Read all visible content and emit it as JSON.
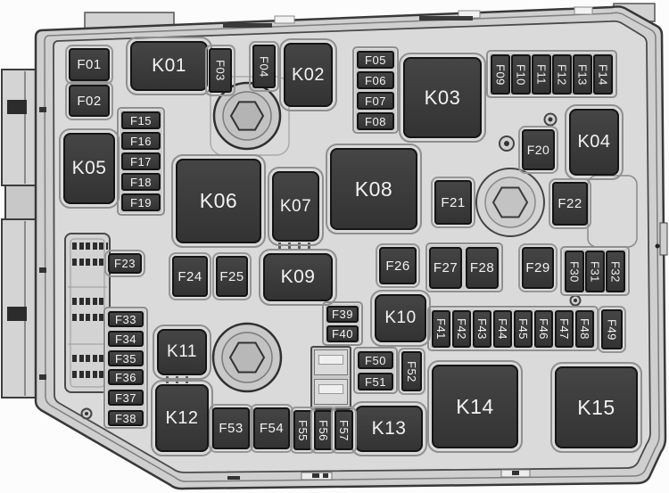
{
  "diagram": {
    "type": "engine-compartment-fuse-box-diagram",
    "colors": {
      "housing_fill": "#cfcfcf",
      "inner_panel_fill": "#dadada",
      "component_fill": "#3a3a3a",
      "component_text": "#f2f2f2",
      "holder_ring": "#8e8e8e",
      "outline_dark": "#383838"
    },
    "labels": {
      "K01": "K01",
      "K02": "K02",
      "K03": "K03",
      "K04": "K04",
      "K05": "K05",
      "K06": "K06",
      "K07": "K07",
      "K08": "K08",
      "K09": "K09",
      "K10": "K10",
      "K11": "K11",
      "K12": "K12",
      "K13": "K13",
      "K14": "K14",
      "K15": "K15",
      "F01": "F01",
      "F02": "F02",
      "F03": "F03",
      "F04": "F04",
      "F05": "F05",
      "F06": "F06",
      "F07": "F07",
      "F08": "F08",
      "F09": "F09",
      "F10": "F10",
      "F11": "F11",
      "F12": "F12",
      "F13": "F13",
      "F14": "F14",
      "F15": "F15",
      "F16": "F16",
      "F17": "F17",
      "F18": "F18",
      "F19": "F19",
      "F20": "F20",
      "F21": "F21",
      "F22": "F22",
      "F23": "F23",
      "F24": "F24",
      "F25": "F25",
      "F26": "F26",
      "F27": "F27",
      "F28": "F28",
      "F29": "F29",
      "F30": "F30",
      "F31": "F31",
      "F32": "F32",
      "F33": "F33",
      "F34": "F34",
      "F35": "F35",
      "F36": "F36",
      "F37": "F37",
      "F38": "F38",
      "F39": "F39",
      "F40": "F40",
      "F41": "F41",
      "F42": "F42",
      "F43": "F43",
      "F44": "F44",
      "F45": "F45",
      "F46": "F46",
      "F47": "F47",
      "F48": "F48",
      "F49": "F49",
      "F50": "F50",
      "F51": "F51",
      "F52": "F52",
      "F53": "F53",
      "F54": "F54",
      "F55": "F55",
      "F56": "F56",
      "F57": "F57"
    }
  }
}
